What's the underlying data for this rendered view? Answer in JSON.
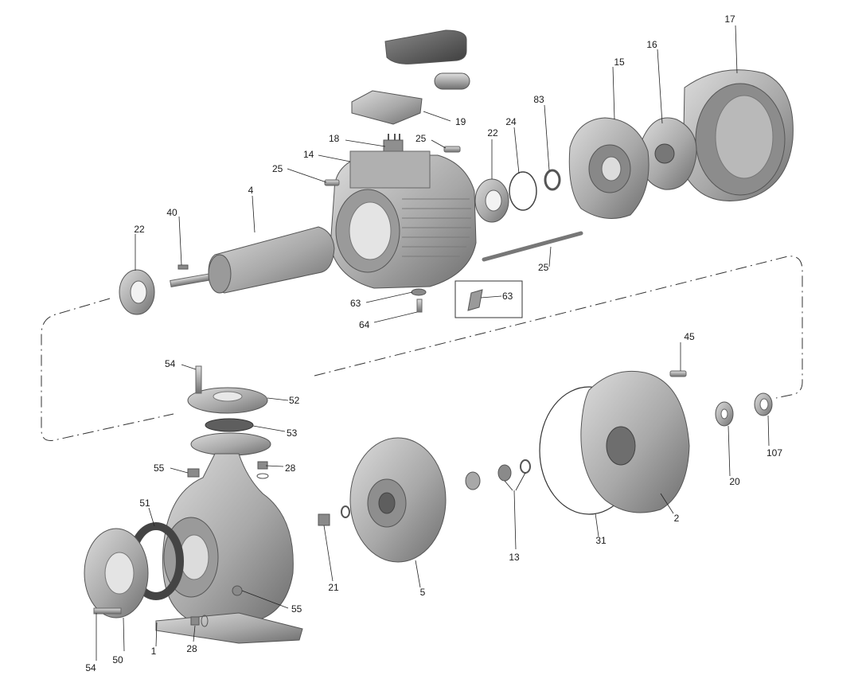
{
  "diagram": {
    "type": "exploded-assembly",
    "colors": {
      "part_light": "#c4c4c4",
      "part_mid": "#9a9a9a",
      "part_dark": "#5e5e5e",
      "line": "#222222",
      "frame": "#333333"
    },
    "parts": [
      {
        "id": "17",
        "label": "17",
        "item": "fan-cover"
      },
      {
        "id": "16",
        "label": "16",
        "item": "fan"
      },
      {
        "id": "15",
        "label": "15",
        "item": "rear-motor-end-shield"
      },
      {
        "id": "83",
        "label": "83",
        "item": "circlip"
      },
      {
        "id": "24",
        "label": "24",
        "item": "wave-washer"
      },
      {
        "id": "22a",
        "label": "22",
        "item": "bearing-rear"
      },
      {
        "id": "19",
        "label": "19",
        "item": "terminal-box-cover"
      },
      {
        "id": "25a",
        "label": "25",
        "item": "screw-upper"
      },
      {
        "id": "18",
        "label": "18",
        "item": "terminal-board"
      },
      {
        "id": "14",
        "label": "14",
        "item": "motor-frame"
      },
      {
        "id": "25b",
        "label": "25",
        "item": "screw-left"
      },
      {
        "id": "4",
        "label": "4",
        "item": "rotor-shaft"
      },
      {
        "id": "40",
        "label": "40",
        "item": "key"
      },
      {
        "id": "22b",
        "label": "22",
        "item": "bearing-front"
      },
      {
        "id": "25c",
        "label": "25",
        "item": "tie-rod"
      },
      {
        "id": "63a",
        "label": "63",
        "item": "foot-washer"
      },
      {
        "id": "64",
        "label": "64",
        "item": "foot-screw"
      },
      {
        "id": "63b",
        "label": "63",
        "item": "clip-inset"
      },
      {
        "id": "45",
        "label": "45",
        "item": "bracket-screw"
      },
      {
        "id": "107",
        "label": "107",
        "item": "shaft-seal-ring"
      },
      {
        "id": "20",
        "label": "20",
        "item": "washer"
      },
      {
        "id": "2",
        "label": "2",
        "item": "pump-bracket"
      },
      {
        "id": "31",
        "label": "31",
        "item": "o-ring"
      },
      {
        "id": "13",
        "label": "13",
        "item": "mechanical-seal"
      },
      {
        "id": "5",
        "label": "5",
        "item": "impeller"
      },
      {
        "id": "21",
        "label": "21",
        "item": "impeller-nut"
      },
      {
        "id": "54a",
        "label": "54",
        "item": "stud-top"
      },
      {
        "id": "52",
        "label": "52",
        "item": "discharge-flange"
      },
      {
        "id": "53",
        "label": "53",
        "item": "flange-gasket-top"
      },
      {
        "id": "55a",
        "label": "55",
        "item": "plug-top"
      },
      {
        "id": "28a",
        "label": "28",
        "item": "priming-plug"
      },
      {
        "id": "51",
        "label": "51",
        "item": "flange-gasket-side"
      },
      {
        "id": "55b",
        "label": "55",
        "item": "plug-side"
      },
      {
        "id": "54b",
        "label": "54",
        "item": "stud-bottom"
      },
      {
        "id": "50",
        "label": "50",
        "item": "suction-flange"
      },
      {
        "id": "1",
        "label": "1",
        "item": "pump-casing"
      },
      {
        "id": "28b",
        "label": "28",
        "item": "drain-plug"
      }
    ]
  }
}
